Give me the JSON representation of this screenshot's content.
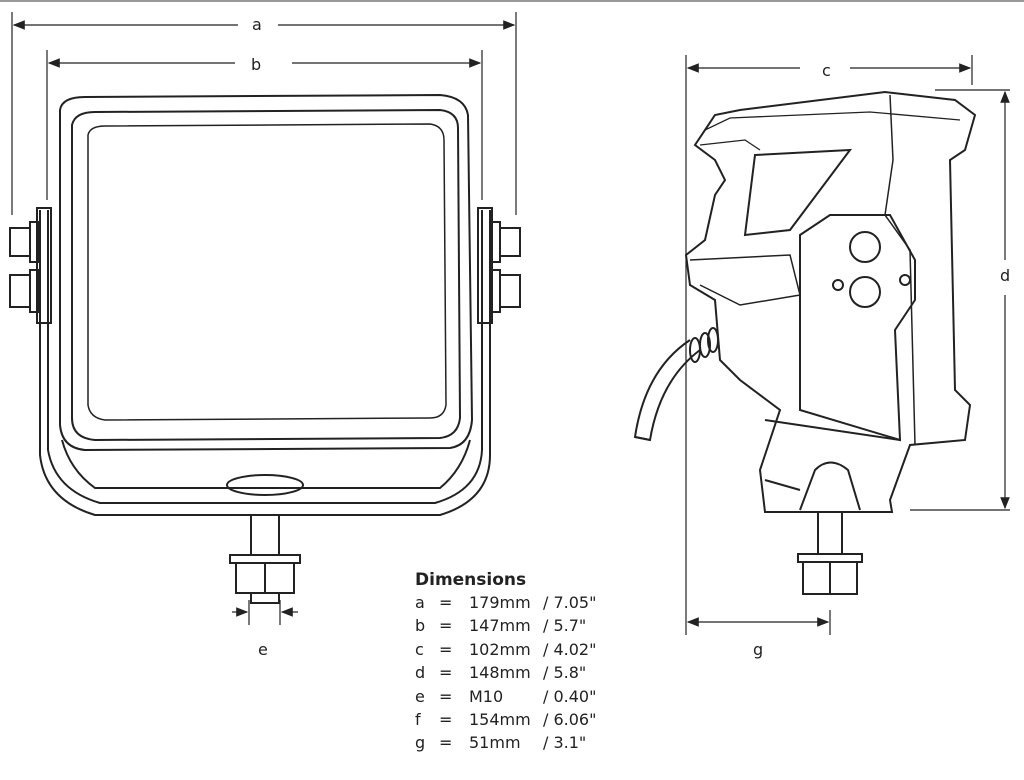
{
  "labels": {
    "a": "a",
    "b": "b",
    "c": "c",
    "d": "d",
    "e": "e",
    "g": "g"
  },
  "dimensions": {
    "title": "Dimensions",
    "rows": [
      {
        "key": "a",
        "eq": "=",
        "metric": "179mm",
        "imperial": "/ 7.05\""
      },
      {
        "key": "b",
        "eq": "=",
        "metric": "147mm",
        "imperial": "/ 5.7\""
      },
      {
        "key": "c",
        "eq": "=",
        "metric": "102mm",
        "imperial": "/ 4.02\""
      },
      {
        "key": "d",
        "eq": "=",
        "metric": "148mm",
        "imperial": "/ 5.8\""
      },
      {
        "key": "e",
        "eq": "=",
        "metric": "M10",
        "imperial": "/ 0.40\""
      },
      {
        "key": "f",
        "eq": "=",
        "metric": "154mm",
        "imperial": "/ 6.06\""
      },
      {
        "key": "g",
        "eq": "=",
        "metric": "51mm",
        "imperial": "/ 3.1\""
      }
    ]
  }
}
